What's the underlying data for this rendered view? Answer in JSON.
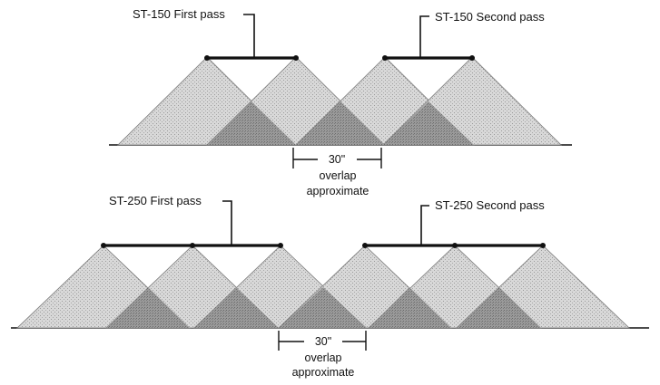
{
  "top_diagram": {
    "first_pass_label": "ST-150 First pass",
    "second_pass_label": "ST-150 Second pass",
    "overlap_value": "30\"",
    "overlap_word": "overlap",
    "approx_word": "approximate"
  },
  "bottom_diagram": {
    "first_pass_label": "ST-250 First pass",
    "second_pass_label": "ST-250 Second pass",
    "overlap_value": "30\"",
    "overlap_word": "overlap",
    "approx_word": "approximate"
  },
  "colors": {
    "spray_light": "#c9c9c9",
    "spray_dark": "#8c8c8c",
    "line": "#111111"
  }
}
